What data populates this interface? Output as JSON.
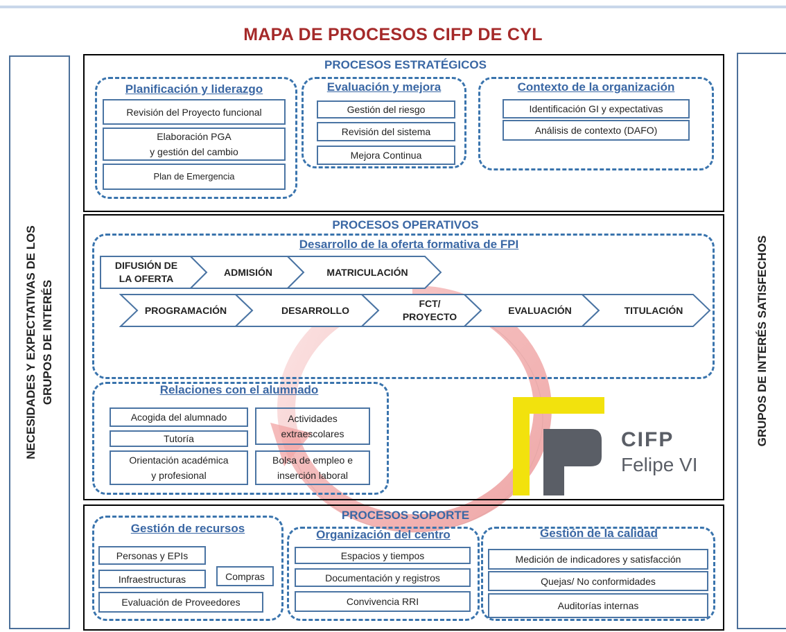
{
  "title": "MAPA DE PROCESOS CIFP DE CYL",
  "left_label_line1": "NECESIDADES Y EXPECTATIVAS DE LOS",
  "left_label_line2": "GRUPOS DE INTERÉS",
  "right_label": "GRUPOS DE INTERÉS SATISFECHOS",
  "strategic": {
    "title": "PROCESOS ESTRATÉGICOS",
    "planning": {
      "title": "Planificación y liderazgo",
      "items": [
        "Revisión del Proyecto funcional",
        "Elaboración PGA",
        "y gestión del cambio",
        "Plan de Emergencia"
      ]
    },
    "evaluation": {
      "title": "Evaluación y mejora",
      "items": [
        "Gestión del riesgo",
        "Revisión del sistema",
        "Mejora Continua"
      ]
    },
    "context": {
      "title": "Contexto de la organización",
      "items": [
        "Identificación GI y expectativas",
        "Análisis de contexto (DAFO)"
      ]
    }
  },
  "operative": {
    "title": "PROCESOS OPERATIVOS",
    "offer": {
      "title": "Desarrollo de la oferta formativa de FPI",
      "row1": [
        "DIFUSIÓN DE",
        "LA OFERTA",
        "ADMISIÓN",
        "MATRICULACIÓN"
      ],
      "row2": [
        "PROGRAMACIÓN",
        "DESARROLLO",
        "FCT/",
        "PROYECTO",
        "EVALUACIÓN",
        "TITULACIÓN"
      ]
    },
    "students": {
      "title": "Relaciones con el alumnado",
      "items": [
        "Acogida del alumnado",
        "Tutoría",
        "Orientación académica",
        "y profesional",
        "Actividades",
        "extraescolares",
        "Bolsa de empleo e",
        "inserción laboral"
      ]
    }
  },
  "support": {
    "title": "PROCESOS SOPORTE",
    "resources": {
      "title": "Gestión de recursos",
      "items": [
        "Personas y EPIs",
        "Infraestructuras",
        "Compras",
        "Evaluación de Proveedores"
      ]
    },
    "organization": {
      "title": "Organización del centro",
      "items": [
        "Espacios y tiempos",
        "Documentación y registros",
        "Convivencia  RRI"
      ]
    },
    "quality": {
      "title": "Gestión de la calidad",
      "items": [
        "Medición de indicadores y satisfacción",
        "Quejas/ No conformidades",
        "Auditorías internas"
      ]
    }
  },
  "logo": {
    "line1": "CIFP",
    "line2": "Felipe VI",
    "yellow": "#f2e20d",
    "gray": "#5a5e66"
  },
  "colors": {
    "title": "#a52a2a",
    "section_title": "#3a67a4",
    "dashed_border": "#3a74ad",
    "cycle_arrow": "#f4b3b3"
  }
}
